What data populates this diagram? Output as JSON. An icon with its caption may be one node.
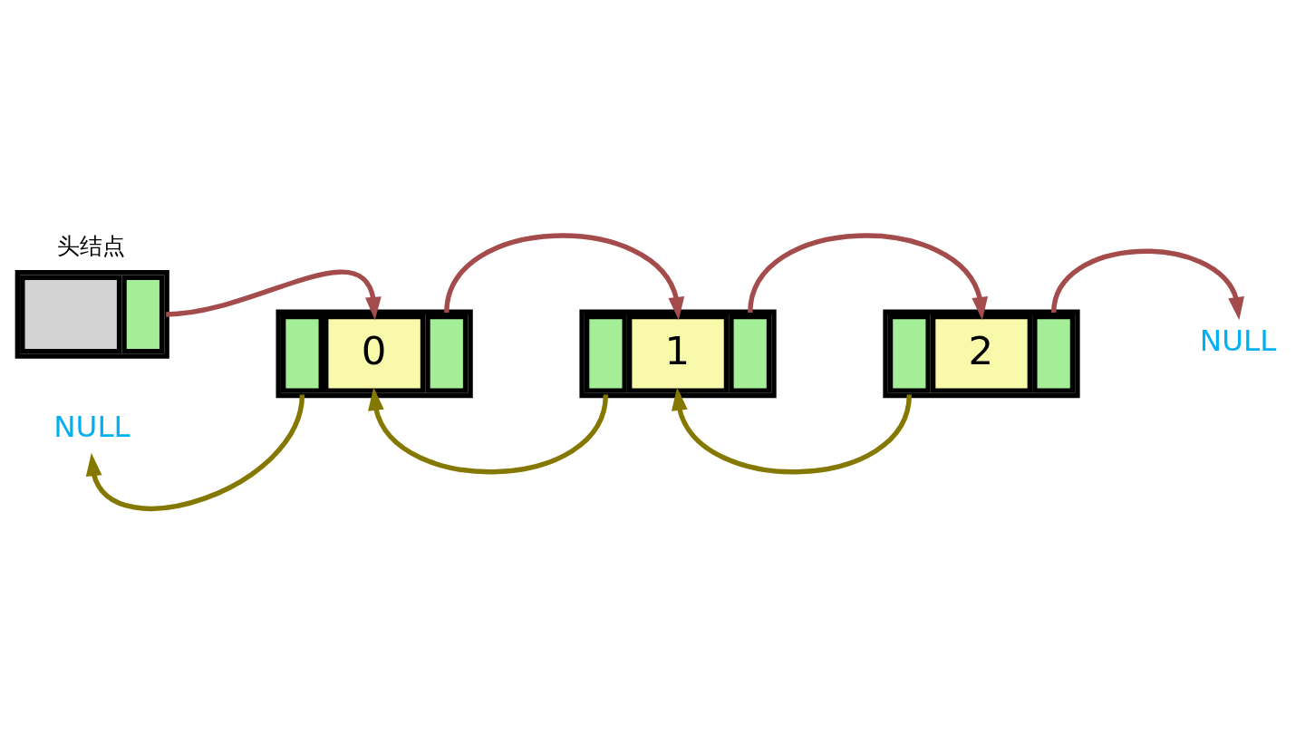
{
  "diagram": {
    "nodes": [
      {
        "text": [
          "头结点"
        ]
      },
      {
        "text": [
          "NULL"
        ]
      },
      {
        "text": [
          "0"
        ]
      },
      {
        "text": [
          "1"
        ]
      },
      {
        "text": [
          "2"
        ]
      },
      {
        "text": [
          "NULL"
        ]
      }
    ],
    "edges": [
      {
        "from": 0,
        "to": 2,
        "arrow": "to"
      },
      {
        "from": 2,
        "to": 3,
        "arrow": "to"
      },
      {
        "from": 3,
        "to": 4,
        "arrow": "to"
      },
      {
        "from": 4,
        "to": 5,
        "arrow": "to"
      },
      {
        "from": 2,
        "to": 1,
        "arrow": "to",
        "color": "#857800"
      },
      {
        "from": 3,
        "to": 2,
        "arrow": "to",
        "color": "#857800"
      },
      {
        "from": 4,
        "to": 3,
        "arrow": "to",
        "color": "#857800"
      }
    ]
  }
}
